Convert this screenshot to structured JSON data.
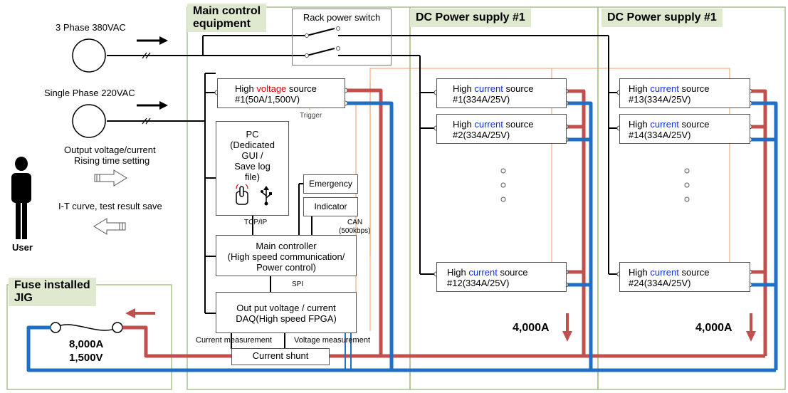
{
  "inputs": {
    "three_phase": "3 Phase 380VAC",
    "single_phase": "Single Phase 220VAC"
  },
  "user": {
    "label": "User",
    "setting_text_1": "Output voltage/current",
    "setting_text_2": "Rising time setting",
    "save_text": "I-T curve, test result save"
  },
  "groups": {
    "main_title_1": "Main control",
    "main_title_2": "equipment",
    "dc1_title": "DC Power supply #1",
    "dc2_title": "DC Power supply #1",
    "jig_title_1": "Fuse installed",
    "jig_title_2": "JIG"
  },
  "rack_switch": "Rack power switch",
  "hv_source": {
    "prefix": "High ",
    "word": "voltage",
    "suffix": " source",
    "line2": "#1(50A/1,500V)"
  },
  "trigger": "Trigger",
  "pc": {
    "line1": "PC",
    "line2": "(Dedicated",
    "line3": "GUI /",
    "line4": "Save log",
    "line5": "file)"
  },
  "tcpip": "TCP/IP",
  "emergency": "Emergency",
  "indicator": "Indicator",
  "can": "CAN",
  "can_speed": "(500kbps)",
  "main_controller": {
    "line1": "Main controller",
    "line2": "(High speed communication/",
    "line3": "Power control)"
  },
  "spi": "SPI",
  "daq": {
    "line1": "Out put voltage / current",
    "line2": "DAQ(High speed FPGA)"
  },
  "current_measurement": "Current measurement",
  "voltage_measurement": "Voltage measurement",
  "current_shunt": "Current  shunt",
  "fuse": {
    "current": "8,000A",
    "voltage": "1,500V"
  },
  "hc_word": {
    "prefix": "High ",
    "word": "current",
    "suffix": " source"
  },
  "dc1_sources": [
    "#1(334A/25V)",
    "#2(334A/25V)",
    "#12(334A/25V)"
  ],
  "dc2_sources": [
    "#13(334A/25V)",
    "#14(334A/25V)",
    "#24(334A/25V)"
  ],
  "dc1_total": "4,000A",
  "dc2_total": "4,000A",
  "colors": {
    "power_red": "#c0504d",
    "power_blue": "#1f6fc5",
    "signal_orange": "#f4b183",
    "group_border": "#a9c48a",
    "group_title_fill": "#dfe9cf",
    "highlight_red": "#e00000",
    "highlight_blue": "#0b33d6"
  }
}
